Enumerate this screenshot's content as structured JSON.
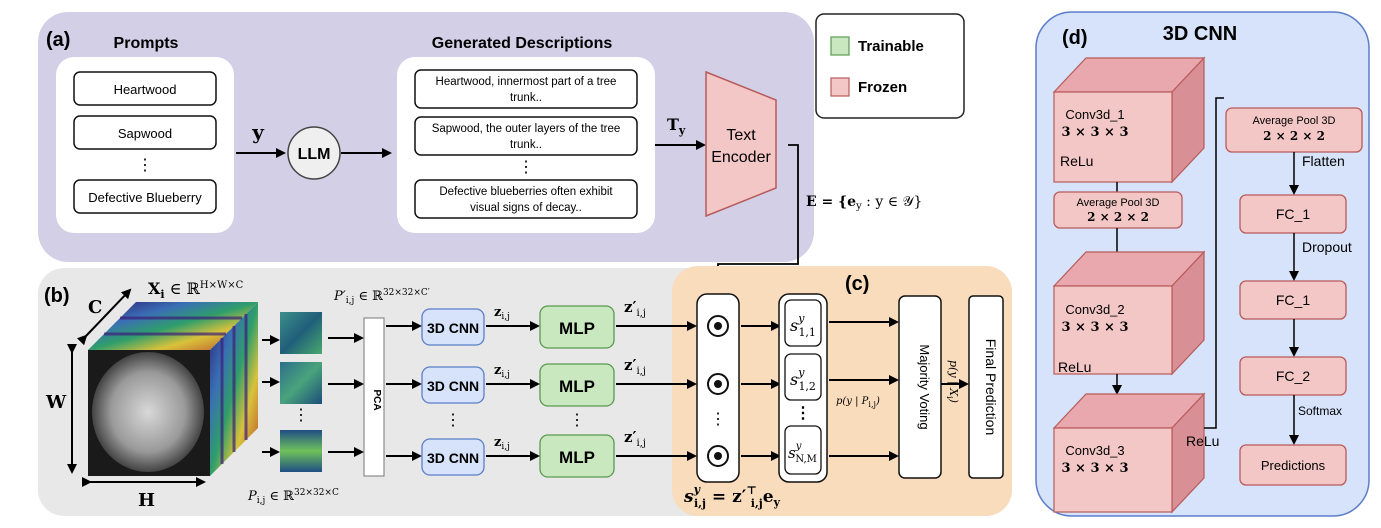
{
  "panel_a": {
    "tag": "(a)",
    "prompts_title": "Prompts",
    "prompts": [
      "Heartwood",
      "Sapwood",
      "⋮",
      "Defective Blueberry"
    ],
    "y_label": "y",
    "llm": "LLM",
    "descriptions_title": "Generated Descriptions",
    "descriptions": [
      [
        "Heartwood, innermost part of a tree",
        "trunk.."
      ],
      [
        "Sapwood, the outer layers of the tree",
        "trunk.."
      ],
      [
        "Defective blueberries often exhibit",
        "visual signs of decay.."
      ]
    ],
    "desc_dots": "⋮",
    "ty_label": "T",
    "ty_sub": "y",
    "text_encoder": [
      "Text",
      "Encoder"
    ],
    "e_set": "E = {e",
    "e_set_sub": "y",
    "e_set_rest": " : y ∈ 𝒴}"
  },
  "legend": {
    "trainable": "Trainable",
    "frozen": "Frozen",
    "trainable_color": "#c9e8c0",
    "frozen_color": "#f4c7c7"
  },
  "panel_b": {
    "tag": "(b)",
    "c_label": "C",
    "w_label": "W",
    "h_label": "H",
    "xi_label": "X",
    "xi_sub": "i",
    "xi_rest": " ∈ ℝ",
    "xi_sup": "H×W×C",
    "p_label": "P",
    "p_sub": "i,j",
    "p_rest": " ∈ ℝ",
    "p_sup": "32×32×C",
    "pprime_label": "P′",
    "pprime_sup": "32×32×C′",
    "pca": "PCA",
    "cnn": "3D CNN",
    "mlp": "MLP",
    "z_label": "z",
    "z_sub": "i,j",
    "zp_label": "z′",
    "vdots": "⋮"
  },
  "panel_c": {
    "tag": "(c)",
    "dot": "⊙",
    "scores": [
      {
        "s": "s",
        "sup": "y",
        "sub": "1,1"
      },
      {
        "s": "s",
        "sup": "y",
        "sub": "1,2"
      },
      {
        "s": "s",
        "sup": "y",
        "sub": "N,M"
      }
    ],
    "prob_label": "p(y | P",
    "prob_sub": "i,j",
    "prob_close": ")",
    "voting": "Majority Voting",
    "prob2": "p(y | X",
    "prob2_sub": "i",
    "prob2_close": ")",
    "final": "Final Prediction",
    "eq_s": "s",
    "eq_sup": "y",
    "eq_sub": "i,j",
    "eq_rest": " = z′",
    "eq_t": "⊤",
    "eq_e": "e",
    "eq_esub": "y"
  },
  "panel_d": {
    "tag": "(d)",
    "title": "3D CNN",
    "conv1": "Conv3d_1",
    "conv2": "Conv3d_2",
    "conv3": "Conv3d_3",
    "kernel": "3 × 3 × 3",
    "relu": "ReLu",
    "pool": "Average Pool 3D",
    "pool_size": "2 × 2 × 2",
    "flatten": "Flatten",
    "fc1": "FC_1",
    "dropout": "Dropout",
    "fc2": "FC_2",
    "softmax": "Softmax",
    "predictions": "Predictions"
  }
}
